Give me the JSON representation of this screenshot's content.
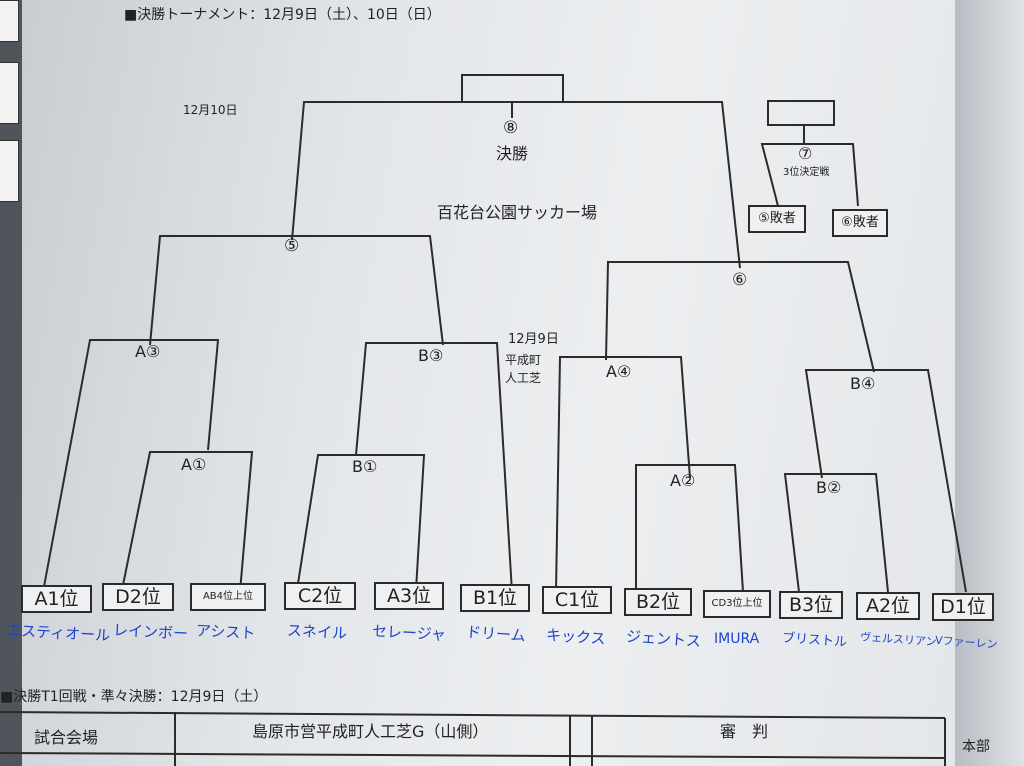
{
  "header": {
    "title": "■決勝トーナメント：12月9日（土）、10日（日）"
  },
  "final": {
    "date": "12月10日",
    "match_no": "⑧",
    "match_name": "決勝",
    "venue": "百花台公園サッカー場"
  },
  "third_place": {
    "match_no": "⑦",
    "match_name": "3位決定戦",
    "slot_left": "⑤敗者",
    "slot_right": "⑥敗者"
  },
  "semifinals": {
    "left": "⑤",
    "right": "⑥"
  },
  "day1": {
    "date": "12月9日",
    "venue_line1": "平成町",
    "venue_line2": "人工芝"
  },
  "matches": {
    "a3": "A③",
    "b3": "B③",
    "a4": "A④",
    "b4": "B④",
    "a1": "A①",
    "b1": "B①",
    "a2": "A②",
    "b2": "B②"
  },
  "seeds": [
    "A1位",
    "D2位",
    "AB4位上位",
    "C2位",
    "A3位",
    "B1位",
    "C1位",
    "B2位",
    "CD3位上位",
    "B3位",
    "A2位",
    "D1位"
  ],
  "teams": [
    "エスティオール",
    "レインボー",
    "アシスト",
    "スネイル",
    "セレージャ",
    "ドリーム",
    "キックス",
    "ジェントス",
    "IMURA",
    "ブリストル",
    "ヴェルスリアン",
    "Vファーレン"
  ],
  "section2": {
    "title": "■決勝T1回戦・準々決勝：12月9日（土）"
  },
  "table": {
    "venue_label": "試合会場",
    "venue_value": "島原市営平成町人工芝G（山側）",
    "referee_label": "審　判",
    "hq_label": "本部"
  },
  "colors": {
    "ink": "#222222",
    "handwriting": "#1d45c9",
    "paper": "#eceef0"
  }
}
